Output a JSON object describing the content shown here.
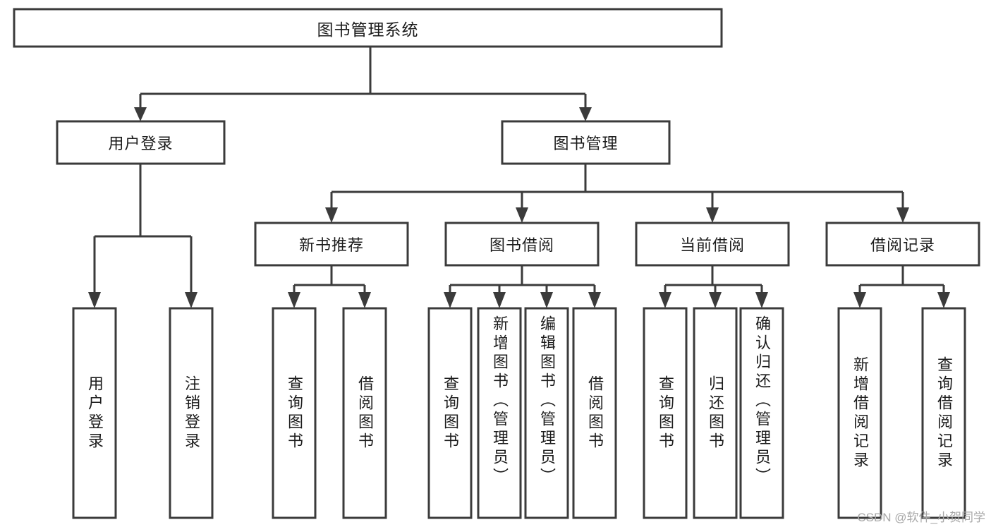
{
  "diagram": {
    "type": "tree-hierarchy",
    "title": "图书管理系统",
    "root": {
      "id": "root",
      "label": "图书管理系统"
    },
    "level1": [
      {
        "id": "user-login",
        "label": "用户登录"
      },
      {
        "id": "book-management",
        "label": "图书管理"
      }
    ],
    "level2": [
      {
        "id": "new-book-recommend",
        "label": "新书推荐",
        "parent": "book-management"
      },
      {
        "id": "book-borrow",
        "label": "图书借阅",
        "parent": "book-management"
      },
      {
        "id": "current-borrow",
        "label": "当前借阅",
        "parent": "book-management"
      },
      {
        "id": "borrow-record",
        "label": "借阅记录",
        "parent": "book-management"
      }
    ],
    "leaves": {
      "user-login": [
        {
          "id": "leaf-user-login",
          "label": "用户登录"
        },
        {
          "id": "leaf-logout",
          "label": "注销登录"
        }
      ],
      "new-book-recommend": [
        {
          "id": "leaf-query-book-1",
          "label": "查询图书"
        },
        {
          "id": "leaf-borrow-book-1",
          "label": "借阅图书"
        }
      ],
      "book-borrow": [
        {
          "id": "leaf-query-book-2",
          "label": "查询图书"
        },
        {
          "id": "leaf-add-book",
          "label": "新增图书（管理员）"
        },
        {
          "id": "leaf-edit-book",
          "label": "编辑图书（管理员）"
        },
        {
          "id": "leaf-borrow-book-2",
          "label": "借阅图书"
        }
      ],
      "current-borrow": [
        {
          "id": "leaf-query-book-3",
          "label": "查询图书"
        },
        {
          "id": "leaf-return-book",
          "label": "归还图书"
        },
        {
          "id": "leaf-confirm-return",
          "label": "确认归还（管理员）"
        }
      ],
      "borrow-record": [
        {
          "id": "leaf-add-record",
          "label": "新增借阅记录"
        },
        {
          "id": "leaf-query-record",
          "label": "查询借阅记录"
        }
      ]
    }
  },
  "watermark": {
    "text": "CSDN @软件_小贺同学"
  },
  "colors": {
    "stroke": "#3b3b3b",
    "fill": "#ffffff",
    "text": "#1c1c1c",
    "watermark": "#a8a8a8"
  }
}
